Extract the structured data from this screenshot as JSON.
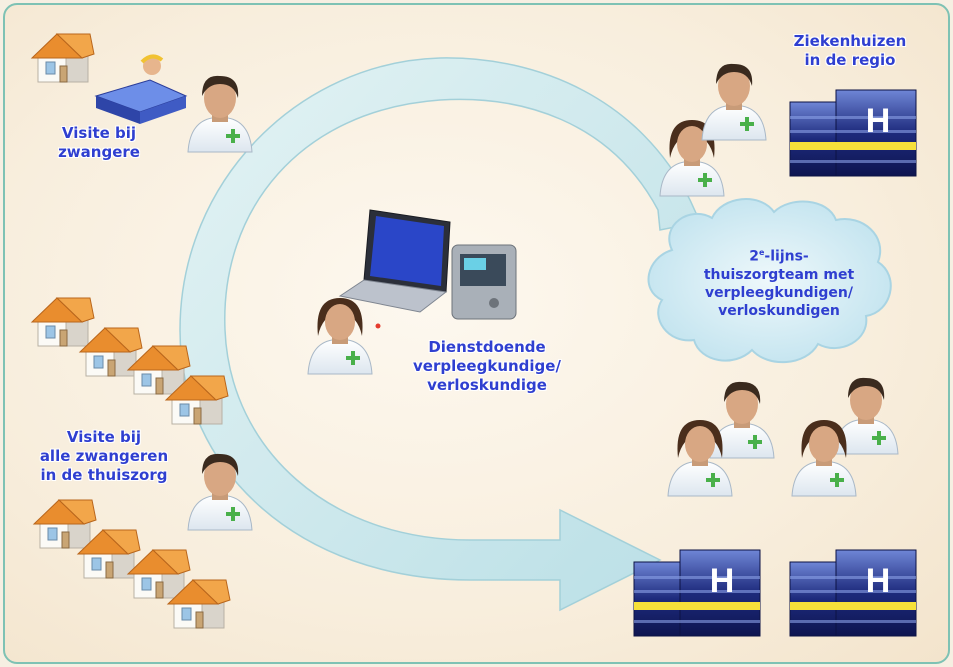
{
  "labels": {
    "visite_zwangere": [
      "Visite bij",
      "zwangere"
    ],
    "ziekenhuizen": [
      "Ziekenhuizen",
      "in de regio"
    ],
    "thuiszorgteam": [
      "2",
      "e",
      "-lijns-",
      "thuiszorgteam met",
      "verpleegkundigen/",
      "verloskundigen"
    ],
    "dienstdoende": [
      "Dienstdoende",
      "verpleegkundige/",
      "verloskundige"
    ],
    "visite_alle": [
      "Visite bij",
      "alle zwangeren",
      "in de thuiszorg"
    ]
  },
  "colors": {
    "frame": "#7ec2b4",
    "label_text": "#2f3fd0",
    "arrow": "#c8e8ee",
    "cloud": "#cdeaf3",
    "hospital": "#1f2a7a",
    "hospital_stripe": "#f6e03a",
    "house_roof": "#e88a2c"
  },
  "icons": [
    "house-icon",
    "bed-icon",
    "person-icon",
    "laptop-icon",
    "monitor-icon",
    "hospital-icon",
    "cloud-icon"
  ]
}
